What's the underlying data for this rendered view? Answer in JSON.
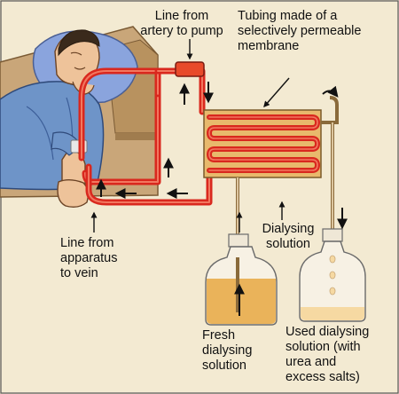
{
  "labels": {
    "artery_to_pump": "Line from\nartery to pump",
    "tubing": "Tubing made of a\nselectively permeable\nmembrane",
    "dialysing_solution": "Dialysing\nsolution",
    "apparatus_to_vein": "Line from\napparatus\nto vein",
    "fresh_solution": "Fresh\ndialysing\nsolution",
    "used_solution": "Used dialysing\nsolution (with\nurea and\nexcess salts)"
  },
  "colors": {
    "background": "#f3ead2",
    "tubing_red": "#d9281e",
    "tank": "#e8b96c",
    "fresh_fluid": "#eab35a",
    "used_fluid": "#f6d9a2",
    "skin": "#eec39a",
    "shirt": "#6e94c8",
    "pillow": "#8aa4dd"
  }
}
